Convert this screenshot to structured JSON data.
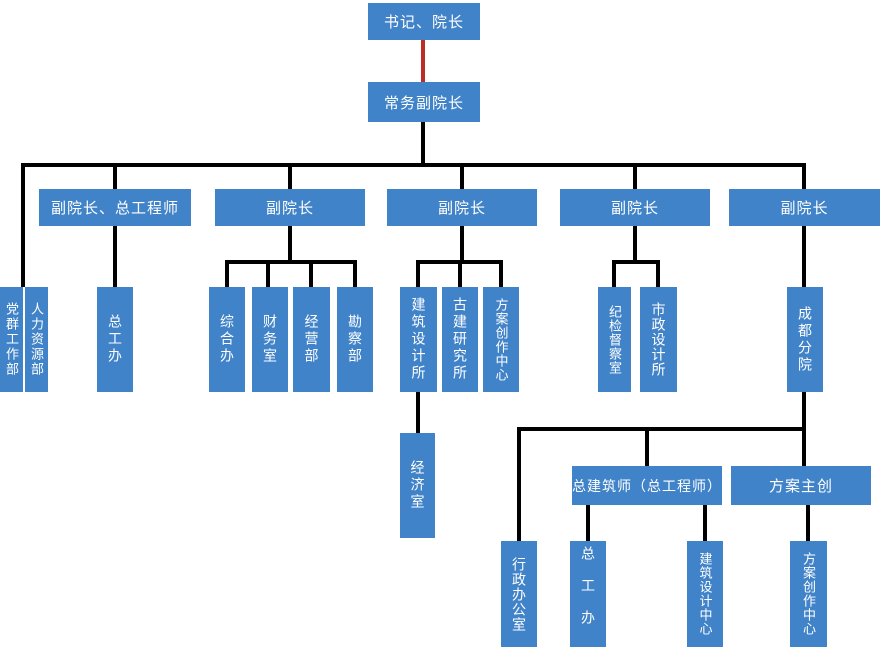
{
  "colors": {
    "node_fill": "#4183c8",
    "node_text": "#ffffff",
    "connector": "#000000",
    "root_connector": "#be2d23",
    "background": "#ffffff"
  },
  "nodes": {
    "root": {
      "label": "书记、院长"
    },
    "exec_vice_dean": {
      "label": "常务副院长"
    },
    "vp_chief_engineer": {
      "label": "副院长、总工程师"
    },
    "vp2": {
      "label": "副院长"
    },
    "vp3": {
      "label": "副院长"
    },
    "vp4": {
      "label": "副院长"
    },
    "vp5": {
      "label": "副院长"
    },
    "party_mass_dept": {
      "label": "党群工作部"
    },
    "hr_dept": {
      "label": "人力资源部"
    },
    "chief_engineer_office": {
      "label": "总工办"
    },
    "general_affairs_office": {
      "label": "综合办"
    },
    "finance_office": {
      "label": "财务室"
    },
    "business_dept": {
      "label": "经营部"
    },
    "survey_dept": {
      "label": "勘察部"
    },
    "architectural_design_institute": {
      "label": "建筑设计所"
    },
    "ancient_architecture_institute": {
      "label": "古建研究所"
    },
    "scheme_creation_center": {
      "label": "方案创作中心"
    },
    "economics_office": {
      "label": "经济室"
    },
    "discipline_inspection_office": {
      "label": "纪检督察室"
    },
    "municipal_design_institute": {
      "label": "市政设计所"
    },
    "chengdu_branch": {
      "label": "成都分院"
    },
    "chief_architect": {
      "label": "总建筑师（总工程师）"
    },
    "scheme_lead": {
      "label": "方案主创"
    },
    "admin_office": {
      "label": "行政办公室"
    },
    "branch_chief_engineer_office": {
      "label": "总工办"
    },
    "architectural_design_center": {
      "label": "建筑设计中心"
    },
    "branch_scheme_creation_center": {
      "label": "方案创作中心"
    }
  }
}
